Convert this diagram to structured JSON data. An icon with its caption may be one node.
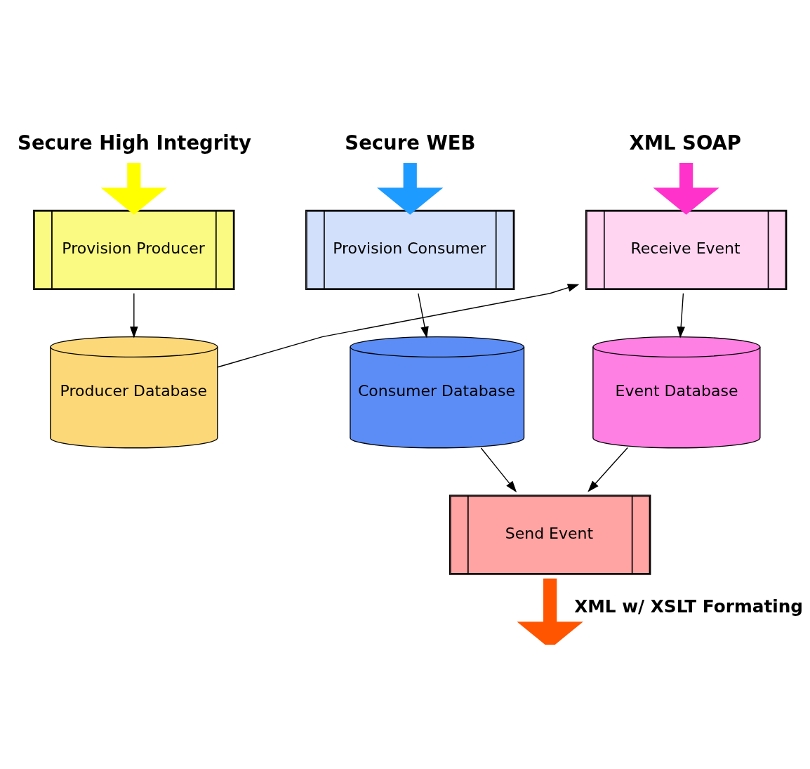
{
  "diagram": {
    "nodes": [
      {
        "text": [
          "Secure High Integrity"
        ]
      },
      {
        "text": [
          "XML SOAP"
        ]
      },
      {
        "text": [
          "Secure WEB"
        ]
      },
      {
        "text": [
          "Provision Producer"
        ]
      },
      {
        "text": [
          "Receive Event"
        ]
      },
      {
        "text": [
          "Provision Consumer"
        ]
      },
      {
        "text": [
          "Producer Database"
        ]
      },
      {
        "text": [
          "Event Database"
        ]
      },
      {
        "text": [
          "Consumer Database"
        ]
      },
      {
        "text": [
          "Send Event"
        ]
      }
    ],
    "edges": [
      {
        "from": 0,
        "to": 3,
        "arrow": "to",
        "style": "thick",
        "color": "#ffff00"
      },
      {
        "from": 1,
        "to": 4,
        "arrow": "to",
        "style": "thick",
        "color": "#ff33cc"
      },
      {
        "from": 2,
        "to": 5,
        "arrow": "to",
        "style": "thick",
        "color": "#1e9bff"
      },
      {
        "from": 3,
        "to": 6,
        "arrow": "to"
      },
      {
        "from": 4,
        "to": 7,
        "arrow": "to"
      },
      {
        "from": 5,
        "to": 8,
        "arrow": "to"
      },
      {
        "from": 6,
        "to": 4,
        "arrow": "to"
      },
      {
        "from": 7,
        "to": 9,
        "arrow": "to"
      },
      {
        "from": 8,
        "to": 9,
        "arrow": "to"
      },
      {
        "from": 9,
        "to": null,
        "arrow": "to",
        "label": "XML w/ XSLT Formating",
        "style": "thick",
        "color": "#ff5500"
      }
    ]
  }
}
